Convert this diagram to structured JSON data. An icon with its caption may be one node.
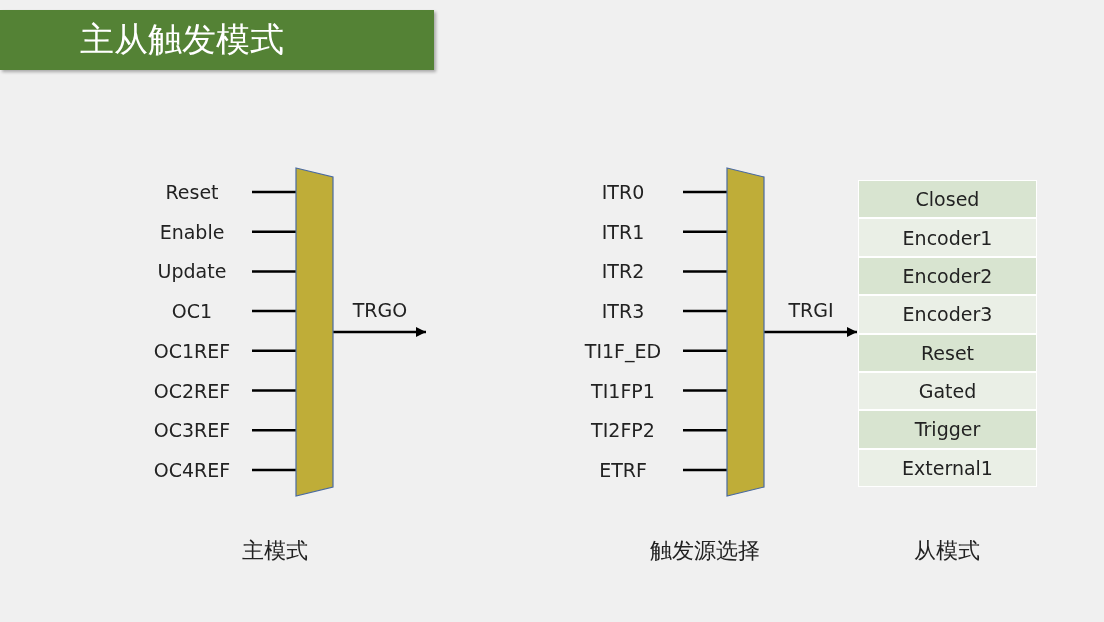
{
  "diagram": {
    "title": "主从触发模式",
    "nodes": [
      {
        "text": [],
        "shape": "trapezoid",
        "beside": [
          "主模式"
        ]
      },
      {
        "text": [
          "Reset"
        ]
      },
      {
        "text": [
          "Enable"
        ]
      },
      {
        "text": [
          "Update"
        ]
      },
      {
        "text": [
          "OC1"
        ]
      },
      {
        "text": [
          "OC1REF"
        ]
      },
      {
        "text": [
          "OC2REF"
        ]
      },
      {
        "text": [
          "OC3REF"
        ]
      },
      {
        "text": [
          "OC4REF"
        ]
      },
      {
        "text": [],
        "shape": "trapezoid",
        "beside": [
          "触发源选择"
        ]
      },
      {
        "text": [
          "ITR0"
        ]
      },
      {
        "text": [
          "ITR1"
        ]
      },
      {
        "text": [
          "ITR2"
        ]
      },
      {
        "text": [
          "ITR3"
        ]
      },
      {
        "text": [
          "TI1F_ED"
        ]
      },
      {
        "text": [
          "TI1FP1"
        ]
      },
      {
        "text": [
          "TI2FP2"
        ]
      },
      {
        "text": [
          "ETRF"
        ]
      },
      {
        "text": [],
        "shape": "box",
        "beside": [
          "从模式"
        ]
      },
      {
        "text": [
          "Closed"
        ],
        "in": 18
      },
      {
        "text": [
          "Encoder1"
        ],
        "in": 18
      },
      {
        "text": [
          "Encoder2"
        ],
        "in": 18
      },
      {
        "text": [
          "Encoder3"
        ],
        "in": 18
      },
      {
        "text": [
          "Reset"
        ],
        "in": 18
      },
      {
        "text": [
          "Gated"
        ],
        "in": 18
      },
      {
        "text": [
          "Trigger"
        ],
        "in": 18
      },
      {
        "text": [
          "External1"
        ],
        "in": 18
      }
    ],
    "edges": [
      {
        "from": 1,
        "to": 0,
        "arrow": "none"
      },
      {
        "from": 2,
        "to": 0,
        "arrow": "none"
      },
      {
        "from": 3,
        "to": 0,
        "arrow": "none"
      },
      {
        "from": 4,
        "to": 0,
        "arrow": "none"
      },
      {
        "from": 5,
        "to": 0,
        "arrow": "none"
      },
      {
        "from": 6,
        "to": 0,
        "arrow": "none"
      },
      {
        "from": 7,
        "to": 0,
        "arrow": "none"
      },
      {
        "from": 8,
        "to": 0,
        "arrow": "none"
      },
      {
        "from": 0,
        "to": null,
        "arrow": "to",
        "label": "TRGO"
      },
      {
        "from": 10,
        "to": 9,
        "arrow": "none"
      },
      {
        "from": 11,
        "to": 9,
        "arrow": "none"
      },
      {
        "from": 12,
        "to": 9,
        "arrow": "none"
      },
      {
        "from": 13,
        "to": 9,
        "arrow": "none"
      },
      {
        "from": 14,
        "to": 9,
        "arrow": "none"
      },
      {
        "from": 15,
        "to": 9,
        "arrow": "none"
      },
      {
        "from": 16,
        "to": 9,
        "arrow": "none"
      },
      {
        "from": 17,
        "to": 9,
        "arrow": "none"
      },
      {
        "from": 9,
        "to": 18,
        "arrow": "to",
        "label": "TRGI"
      }
    ]
  }
}
